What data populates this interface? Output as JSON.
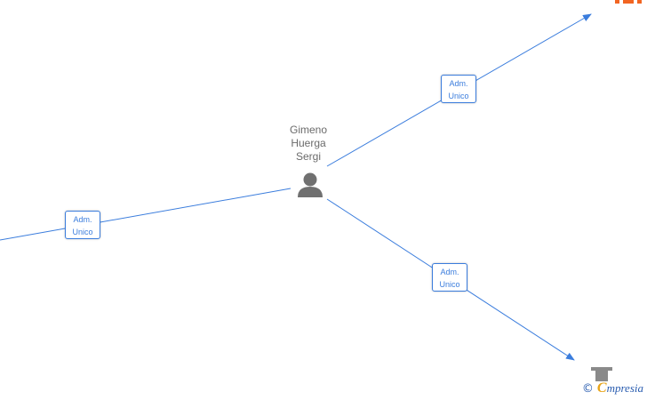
{
  "person": {
    "name_lines": [
      "Gimeno",
      "Huerga",
      "Sergi"
    ],
    "icon": "person-icon"
  },
  "edges": [
    {
      "role_line1": "Adm.",
      "role_line2": "Unico"
    },
    {
      "role_line1": "Adm.",
      "role_line2": "Unico"
    },
    {
      "role_line1": "Adm.",
      "role_line2": "Unico"
    }
  ],
  "companies": [
    {
      "icon": "building-icon",
      "color": "#f26522"
    },
    {
      "icon": "building-icon",
      "color": "#8a8a8a"
    }
  ],
  "colors": {
    "edge": "#3b7ddd",
    "person": "#707070",
    "label_text": "#3b7ddd"
  },
  "watermark": {
    "copyright": "©",
    "brand_initial": "C",
    "brand_rest": "mpresia"
  }
}
